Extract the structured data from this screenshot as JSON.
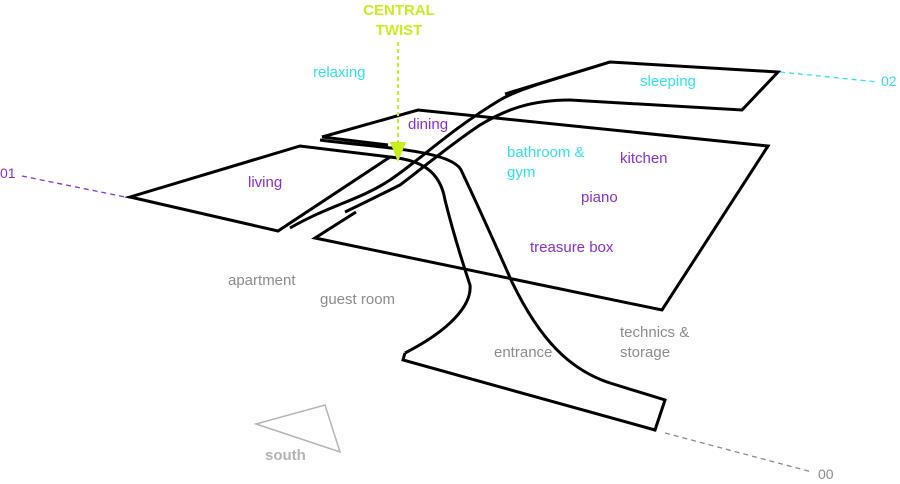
{
  "annotation": {
    "line1": "CENTRAL",
    "line2": "TWIST"
  },
  "levels": {
    "left": "01",
    "right_top": "02",
    "bottom": "00"
  },
  "colors": {
    "lime": "#c9ee1e",
    "cyan": "#2fe3ec",
    "purple": "#8a2fd6",
    "gray": "#8c8c8c"
  },
  "rooms": {
    "relaxing": "relaxing",
    "sleeping": "sleeping",
    "dining": "dining",
    "living": "living",
    "bathroom_line1": "bathroom &",
    "bathroom_line2": "gym",
    "kitchen": "kitchen",
    "piano": "piano",
    "treasure_box": "treasure box",
    "apartment": "apartment",
    "guest_room": "guest room",
    "entrance": "entrance",
    "technics_line1": "technics &",
    "technics_line2": "storage"
  },
  "compass": {
    "label": "south"
  }
}
